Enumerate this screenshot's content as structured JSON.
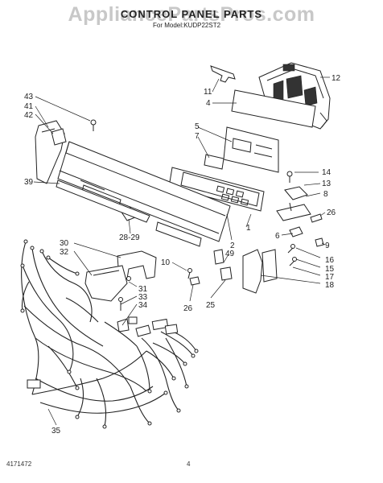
{
  "watermark": "AppliancePartsPros.com",
  "title": "CONTROL PANEL PARTS",
  "model_line": "For Model:KUDP22ST2",
  "doc_number": "4171472",
  "page_number": "4",
  "callouts": [
    {
      "id": "c43",
      "label": "43"
    },
    {
      "id": "c41",
      "label": "41"
    },
    {
      "id": "c42",
      "label": "42"
    },
    {
      "id": "c39",
      "label": "39"
    },
    {
      "id": "c11",
      "label": "11"
    },
    {
      "id": "c4",
      "label": "4"
    },
    {
      "id": "c12",
      "label": "12"
    },
    {
      "id": "c5",
      "label": "5"
    },
    {
      "id": "c7",
      "label": "7"
    },
    {
      "id": "c14",
      "label": "14"
    },
    {
      "id": "c13",
      "label": "13"
    },
    {
      "id": "c8",
      "label": "8"
    },
    {
      "id": "c26a",
      "label": "26"
    },
    {
      "id": "c1",
      "label": "1"
    },
    {
      "id": "c6",
      "label": "6"
    },
    {
      "id": "c9",
      "label": "9"
    },
    {
      "id": "c2829",
      "label": "28-29"
    },
    {
      "id": "c2",
      "label": "2"
    },
    {
      "id": "c30",
      "label": "30"
    },
    {
      "id": "c32",
      "label": "32"
    },
    {
      "id": "c49",
      "label": "49"
    },
    {
      "id": "c16",
      "label": "16"
    },
    {
      "id": "c15",
      "label": "15"
    },
    {
      "id": "c17",
      "label": "17"
    },
    {
      "id": "c18",
      "label": "18"
    },
    {
      "id": "c10",
      "label": "10"
    },
    {
      "id": "c31",
      "label": "31"
    },
    {
      "id": "c33",
      "label": "33"
    },
    {
      "id": "c34",
      "label": "34"
    },
    {
      "id": "c26b",
      "label": "26"
    },
    {
      "id": "c25",
      "label": "25"
    },
    {
      "id": "c35",
      "label": "35"
    }
  ]
}
